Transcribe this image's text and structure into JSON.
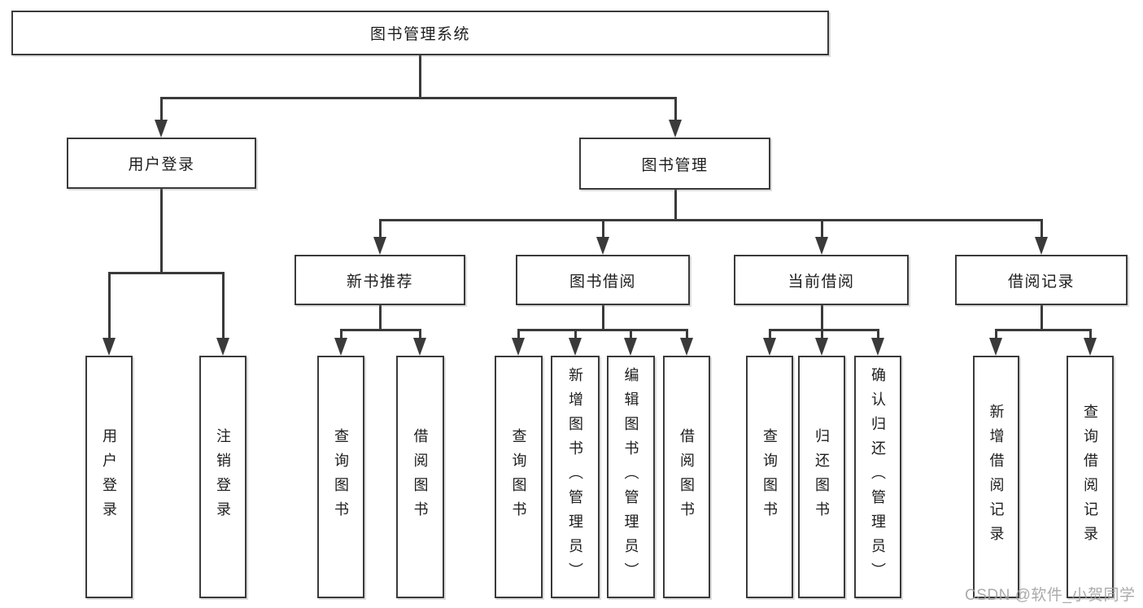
{
  "tree": {
    "root": {
      "label": "图书管理系统",
      "children": [
        {
          "label": "用户登录",
          "children": [
            {
              "label": "用户登录"
            },
            {
              "label": "注销登录"
            }
          ]
        },
        {
          "label": "图书管理",
          "children": [
            {
              "label": "新书推荐",
              "children": [
                {
                  "label": "查询图书"
                },
                {
                  "label": "借阅图书"
                }
              ]
            },
            {
              "label": "图书借阅",
              "children": [
                {
                  "label": "查询图书"
                },
                {
                  "label": "新增图书（管理员）"
                },
                {
                  "label": "编辑图书（管理员）"
                },
                {
                  "label": "借阅图书"
                }
              ]
            },
            {
              "label": "当前借阅",
              "children": [
                {
                  "label": "查询图书"
                },
                {
                  "label": "归还图书"
                },
                {
                  "label": "确认归还（管理员）"
                }
              ]
            },
            {
              "label": "借阅记录",
              "children": [
                {
                  "label": "新增借阅记录"
                },
                {
                  "label": "查询借阅记录"
                }
              ]
            }
          ]
        }
      ]
    }
  },
  "watermark": {
    "text": "CSDN @软件_小贺同学"
  },
  "colors": {
    "line": "#3a3a3a",
    "box_border": "#3a3a3a",
    "box_fill": "#ffffff",
    "text": "#1d1d1d",
    "watermark": "#9e9e9e",
    "background": "#ffffff"
  }
}
